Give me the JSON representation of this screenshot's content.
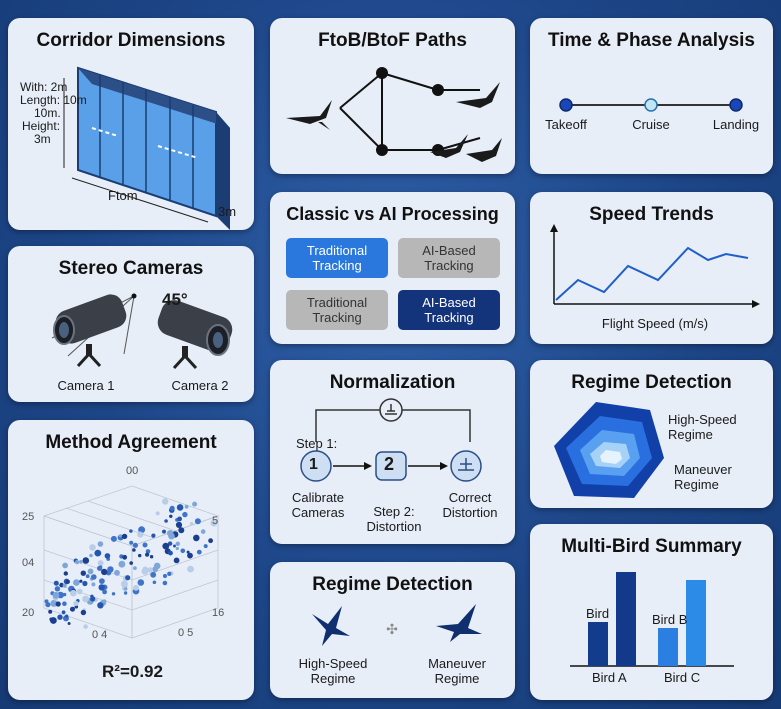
{
  "corridor": {
    "title": "Corridor Dimensions",
    "spec_lines": [
      "With: 2m",
      "Length: 10m",
      "10m.",
      "Height:",
      "3m"
    ],
    "bottom_label": "Ftom",
    "depth_label": "3m"
  },
  "paths": {
    "title": "FtoB/BtoF Paths"
  },
  "time_phase": {
    "title": "Time & Phase Analysis",
    "phases": [
      "Takeoff",
      "Cruise",
      "Landing"
    ]
  },
  "processing": {
    "title": "Classic vs AI Processing",
    "buttons": [
      {
        "label": "Traditional\nTracking",
        "style": "blue"
      },
      {
        "label": "AI-Based\nTracking",
        "style": "gray"
      },
      {
        "label": "Traditional\nTracking",
        "style": "gray"
      },
      {
        "label": "AI-Based\nTracking",
        "style": "navy"
      }
    ]
  },
  "speed": {
    "title": "Speed Trends",
    "xlabel": "Flight Speed (m/s)"
  },
  "stereo": {
    "title": "Stereo Cameras",
    "angle": "45°",
    "camera1": "Camera 1",
    "camera2": "Camera 2"
  },
  "normalization": {
    "title": "Normalization",
    "step1_label": "Step 1:",
    "step1_glyph": "1",
    "step2_glyph": "2",
    "step1_caption": "Calibrate\nCameras",
    "step2_caption": "Step 2:\nDistortion",
    "step3_caption": "Correct\nDistortion"
  },
  "regime_top": {
    "title": "Regime Detection",
    "label1": "High-Speed\nRegime",
    "label2": "Maneuver\nRegime"
  },
  "method": {
    "title": "Method Agreement",
    "ticks": [
      "00",
      "25",
      "04",
      "20",
      "5",
      "16",
      "0 4",
      "0 5"
    ],
    "r2": "R²=0.92"
  },
  "regime_bottom": {
    "title": "Regime Detection",
    "label1": "High-Speed\nRegime",
    "label2": "Maneuver\nRegime"
  },
  "multibird": {
    "title": "Multi-Bird Summary",
    "bar_labels": [
      "Bird",
      "Bird B"
    ],
    "xlabels": [
      "Bird A",
      "Bird C"
    ]
  }
}
